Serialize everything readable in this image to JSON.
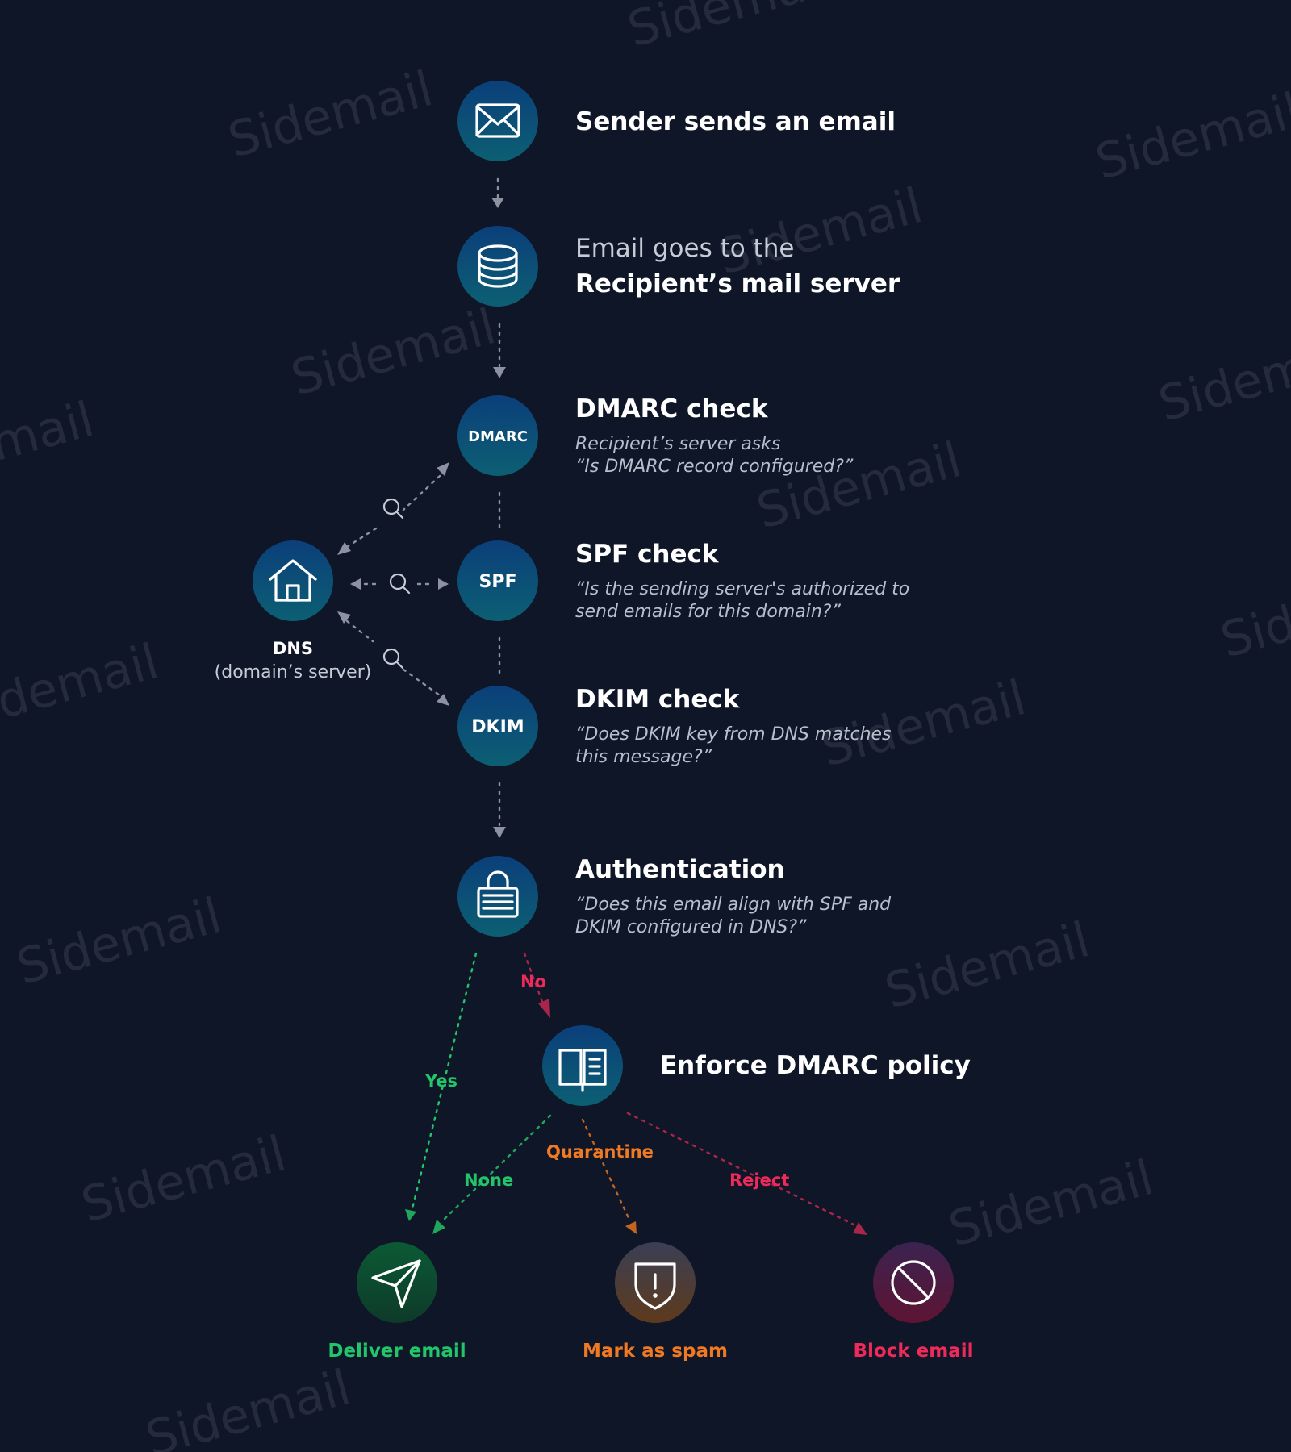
{
  "watermark": "Sidemail",
  "colors": {
    "background": "#0f1627",
    "connector": "#8c92a0",
    "green": "#22c56a",
    "orange": "#f07a24",
    "red": "#ee2a5b"
  },
  "steps": {
    "sender": {
      "icon": "envelope-icon",
      "title": "Sender sends an email"
    },
    "server": {
      "icon": "database-icon",
      "line1": "Email goes to the",
      "line2": "Recipient’s mail server"
    },
    "dmarc": {
      "badge": "DMARC",
      "title": "DMARC check",
      "desc1": "Recipient’s server asks",
      "desc2": "“Is DMARC record configured?”"
    },
    "spf": {
      "badge": "SPF",
      "title": "SPF check",
      "desc1": "“Is the sending server's authorized to",
      "desc2": "send emails for this domain?”"
    },
    "dkim": {
      "badge": "DKIM",
      "title": "DKIM check",
      "desc1": "“Does DKIM key from DNS matches",
      "desc2": "this message?”"
    },
    "auth": {
      "icon": "lock-icon",
      "title": "Authentication",
      "desc1": "“Does this email align with SPF and",
      "desc2": "DKIM configured in DNS?”"
    },
    "enforce": {
      "icon": "book-icon",
      "title": "Enforce DMARC policy"
    }
  },
  "dns": {
    "icon": "house-icon",
    "name": "DNS",
    "sub": "(domain’s server)"
  },
  "edges": {
    "yes": "Yes",
    "no": "No",
    "none": "None",
    "quarantine": "Quarantine",
    "reject": "Reject"
  },
  "outcomes": {
    "deliver": {
      "icon": "paper-plane-icon",
      "label": "Deliver email"
    },
    "spam": {
      "icon": "shield-alert-icon",
      "label": "Mark as spam"
    },
    "block": {
      "icon": "block-icon",
      "label": "Block email"
    }
  }
}
